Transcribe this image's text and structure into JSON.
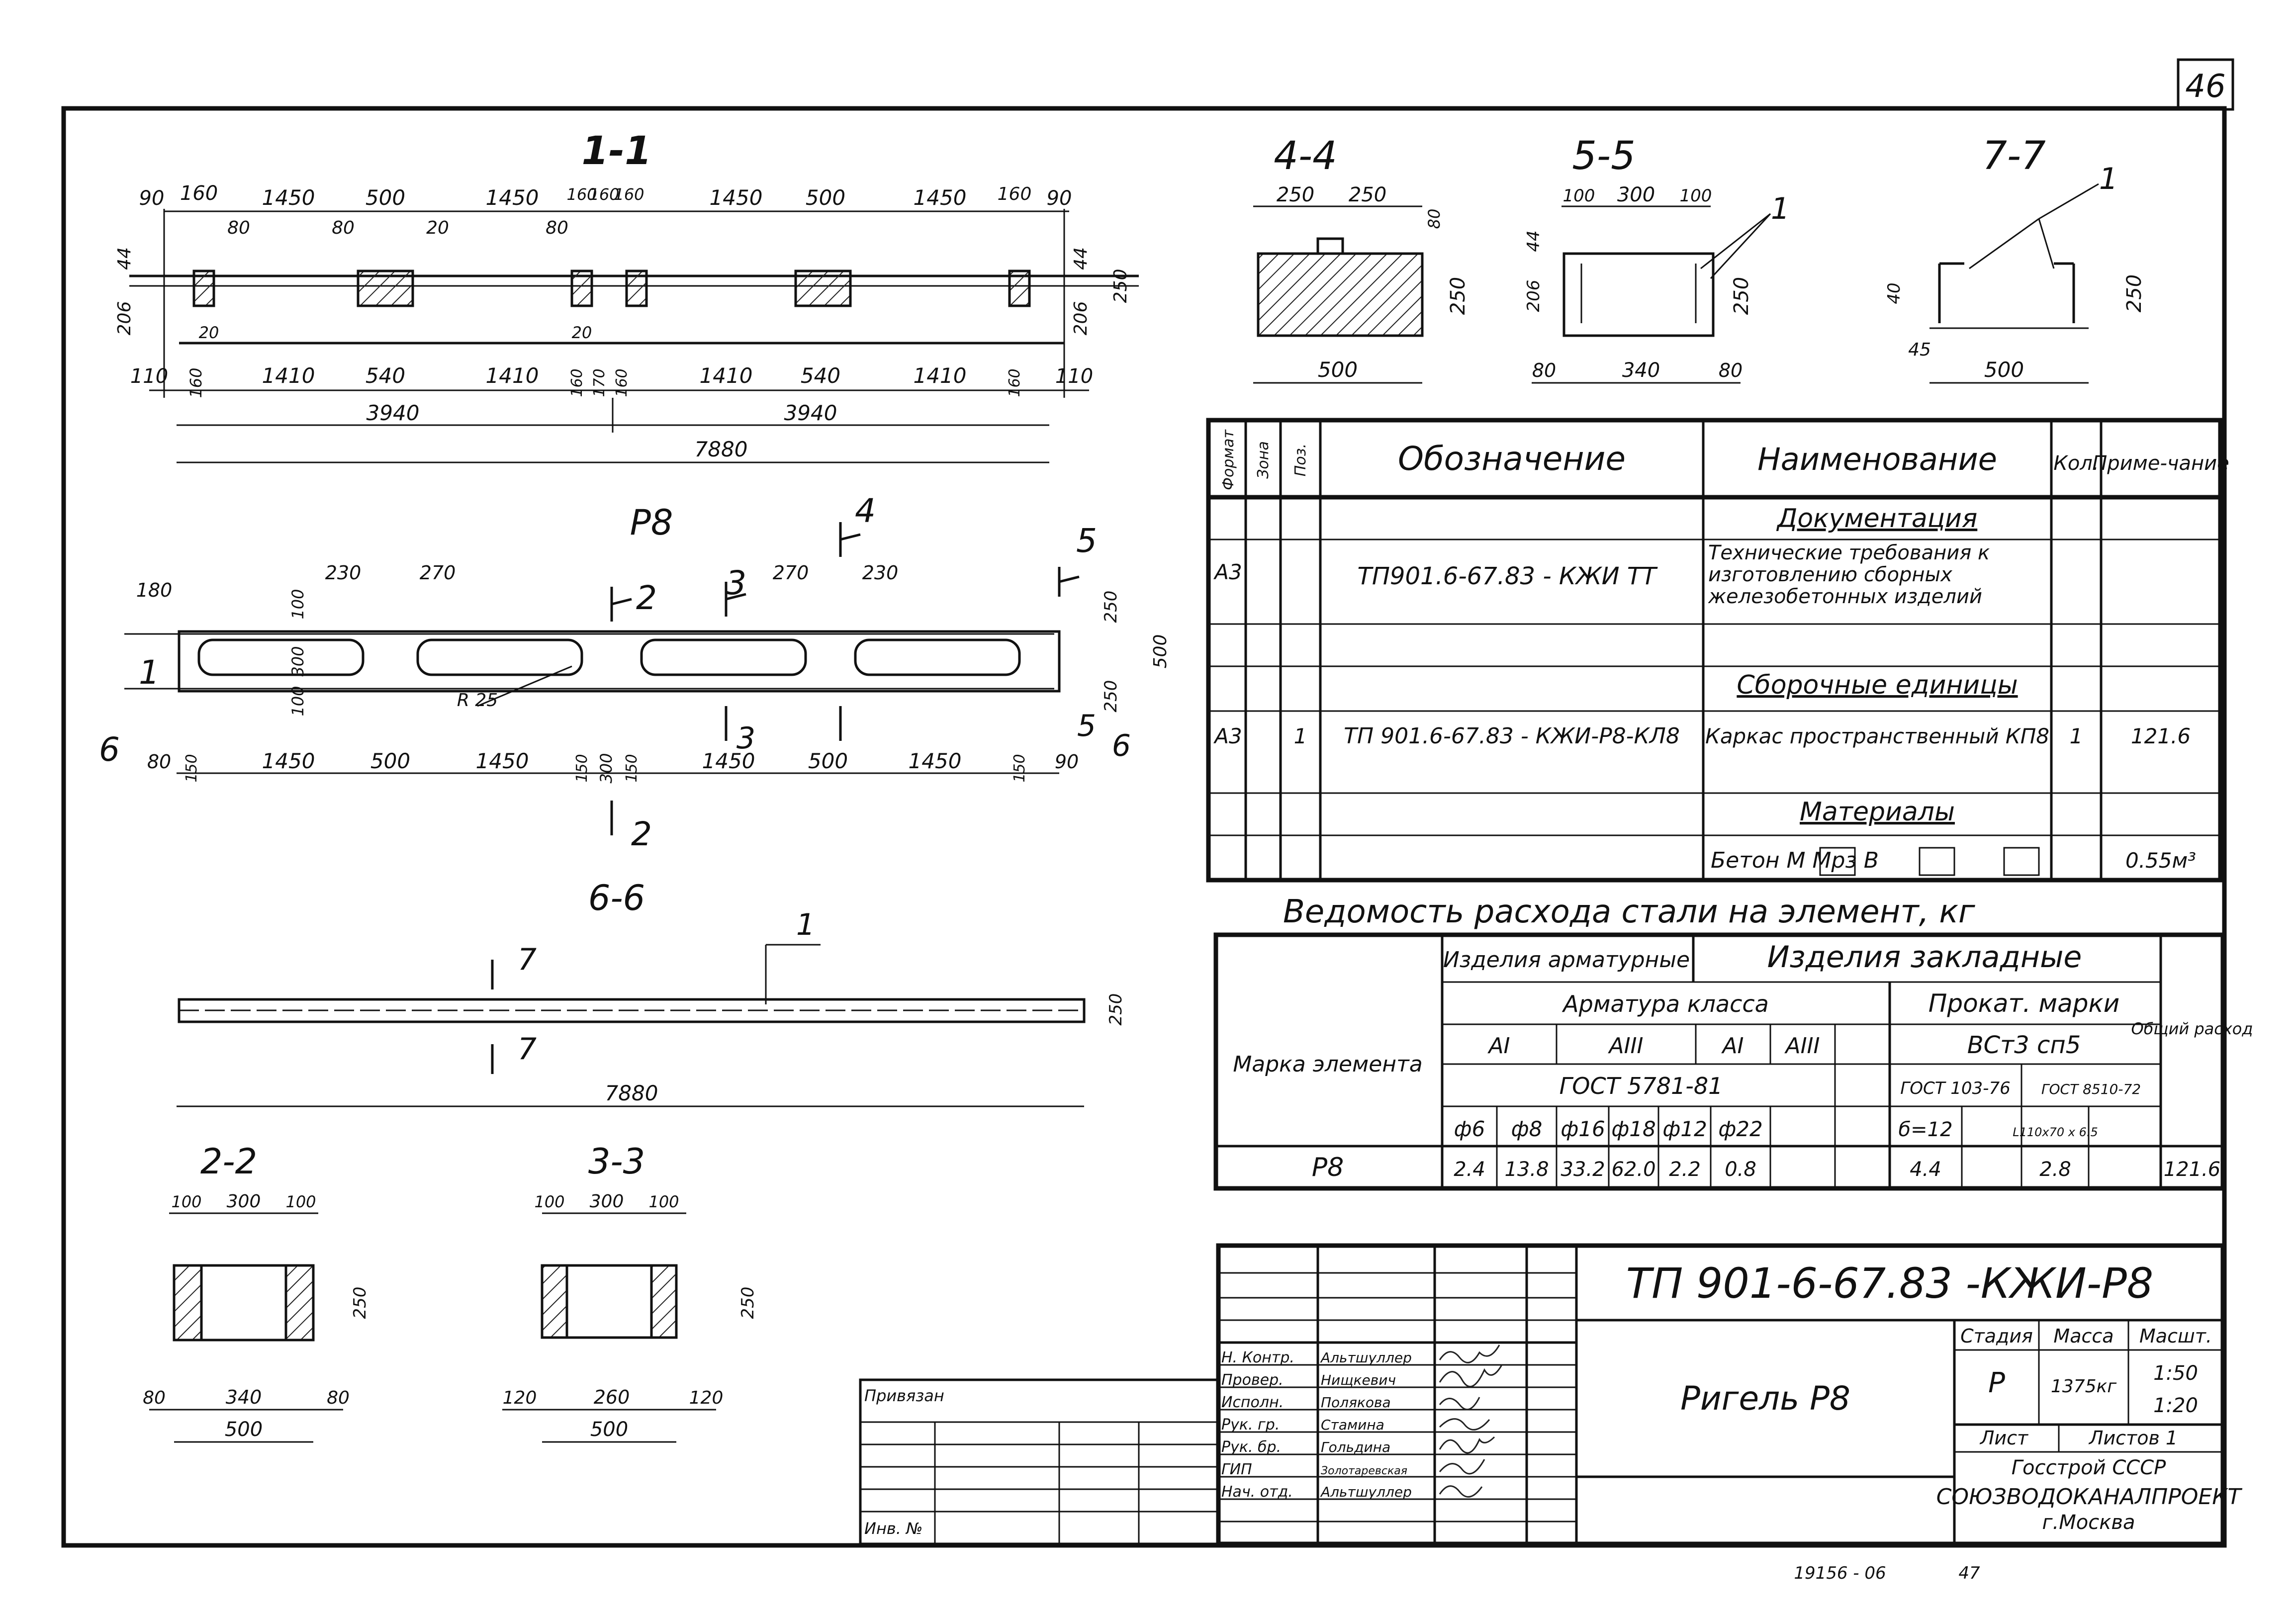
{
  "sheet": {
    "page_number": "46",
    "footer_code": "19156 - 06",
    "footer_copy": "47"
  },
  "drawings": {
    "sec_1_1": {
      "title": "1-1",
      "top_dims": [
        "90",
        "160",
        "1450",
        "500",
        "1450",
        "160",
        "160",
        "160",
        "1450",
        "500",
        "1450",
        "160",
        "90"
      ],
      "inner_top": [
        "80",
        "80",
        "20",
        "80"
      ],
      "bottom_dims": [
        "110",
        "160",
        "1410",
        "540",
        "1410",
        "160",
        "170",
        "160",
        "1410",
        "540",
        "1410",
        "160",
        "110"
      ],
      "left_v": [
        "44",
        "206"
      ],
      "small_v": [
        "20",
        "20"
      ],
      "right_v": [
        "44",
        "206",
        "250"
      ],
      "half_left": "3940",
      "half_right": "3940",
      "total": "7880"
    },
    "plan": {
      "title": "Р8",
      "top_dims": [
        "180",
        "230",
        "270",
        "270",
        "230"
      ],
      "left_v": [
        "100",
        "300",
        "100"
      ],
      "right_v": [
        "250",
        "500",
        "250"
      ],
      "r_label": "R 25",
      "bottom_dims": [
        "80",
        "150",
        "1450",
        "500",
        "1450",
        "150",
        "300",
        "150",
        "1450",
        "500",
        "1450",
        "150",
        "90"
      ],
      "cuts": [
        "1",
        "2",
        "3",
        "4",
        "5",
        "6",
        "2",
        "3",
        "5",
        "6"
      ]
    },
    "sec_6_6": {
      "title": "6-6",
      "leader": "1",
      "cut": "7",
      "cut2": "7",
      "height": "250",
      "length": "7880"
    },
    "sec_2_2": {
      "title": "2-2",
      "top": [
        "100",
        "300",
        "100"
      ],
      "height": "250",
      "bottom": [
        "80",
        "340",
        "80"
      ],
      "total": "500"
    },
    "sec_3_3": {
      "title": "3-3",
      "top": [
        "100",
        "300",
        "100"
      ],
      "height": "250",
      "bottom": [
        "120",
        "260",
        "120"
      ],
      "total": "500"
    },
    "sec_4_4": {
      "title": "4-4",
      "top": [
        "250",
        "250"
      ],
      "small": "80",
      "height": "250",
      "total": "500"
    },
    "sec_5_5": {
      "title": "5-5",
      "top": [
        "100",
        "300",
        "100"
      ],
      "left_v": [
        "44",
        "206"
      ],
      "height": "250",
      "bottom": [
        "80",
        "340",
        "80"
      ],
      "leader": "1"
    },
    "sec_7_7": {
      "title": "7-7",
      "leader": "1",
      "left_v": "40",
      "offset": "45",
      "height": "250",
      "total": "500"
    }
  },
  "spec_table": {
    "headers": {
      "format": "Формат",
      "zone": "Зона",
      "pos": "Поз.",
      "designation": "Обозначение",
      "name": "Наименование",
      "qty": "Кол.",
      "note": "Приме-чание"
    },
    "rows": [
      {
        "type": "section",
        "name": "Документация"
      },
      {
        "format": "А3",
        "pos": "",
        "designation": "ТП901.6-67.83   - КЖИ ТТ",
        "name": "Технические требования к изготовлению сборных железобетонных изделий",
        "qty": "",
        "note": ""
      },
      {
        "type": "section",
        "name": "Сборочные единицы"
      },
      {
        "format": "А3",
        "pos": "1",
        "designation": "ТП 901.6-67.83 - КЖИ-Р8-КЛ8",
        "name": "Каркас пространственный КП8",
        "qty": "1",
        "note": "121.6"
      },
      {
        "type": "section",
        "name": "Материалы"
      },
      {
        "format": "",
        "pos": "",
        "designation": "",
        "name": "Бетон М      Мрз      В",
        "qty": "",
        "note": "0.55м³"
      }
    ]
  },
  "steel_table": {
    "title": "Ведомость расхода стали на элемент, кг",
    "mark_header": "Марка элемента",
    "armature_group": "Изделия арматурные",
    "embedded_group": "Изделия закладные",
    "rebar_class": "Арматура класса",
    "rolled": "Прокат. марки",
    "classes": [
      "АI",
      "АIII",
      "АI",
      "АIII"
    ],
    "steel_grade": "ВСт3 сп5",
    "gost_rebar": "ГОСТ 5781-81",
    "gost_sheet": "ГОСТ 103-76",
    "gost_angle": "ГОСТ 8510-72",
    "diameters": [
      "ф6",
      "ф8",
      "ф16",
      "ф18",
      "ф12",
      "ф22",
      "",
      "б=12",
      "",
      "L110x70 x 6.5",
      ""
    ],
    "total_header": "Общий расход",
    "row": {
      "mark": "Р8",
      "values": [
        "2.4",
        "13.8",
        "33.2",
        "62.0",
        "2.2",
        "0.8",
        "",
        "4.4",
        "",
        "2.8",
        ""
      ],
      "total": "121.6"
    }
  },
  "title_block": {
    "code": "ТП 901-6-67.83  -КЖИ-Р8",
    "name": "Ригель Р8",
    "stage_label": "Стадия",
    "mass_label": "Масса",
    "scale_label": "Масшт.",
    "stage": "Р",
    "mass": "1375кг",
    "scale1": "1:50",
    "scale2": "1:20",
    "sheet_label": "Лист",
    "sheets_label": "Листов 1",
    "org1": "Госстрой СССР",
    "org2": "СОЮЗВОДОКАНАЛПРОЕКТ",
    "city": "г.Москва",
    "privyazan": "Привязан",
    "inv": "Инв. №",
    "roles": [
      "Н. Контр.",
      "Провер.",
      "Исполн.",
      "Рук. гр.",
      "Рук. бр.",
      "ГИП",
      "Нач. отд."
    ],
    "people": [
      "Альтшуллер",
      "Нищкевич",
      "Полякова",
      "Стамина",
      "Гольдина",
      "Золотаревская",
      "Альтшуллер"
    ]
  }
}
